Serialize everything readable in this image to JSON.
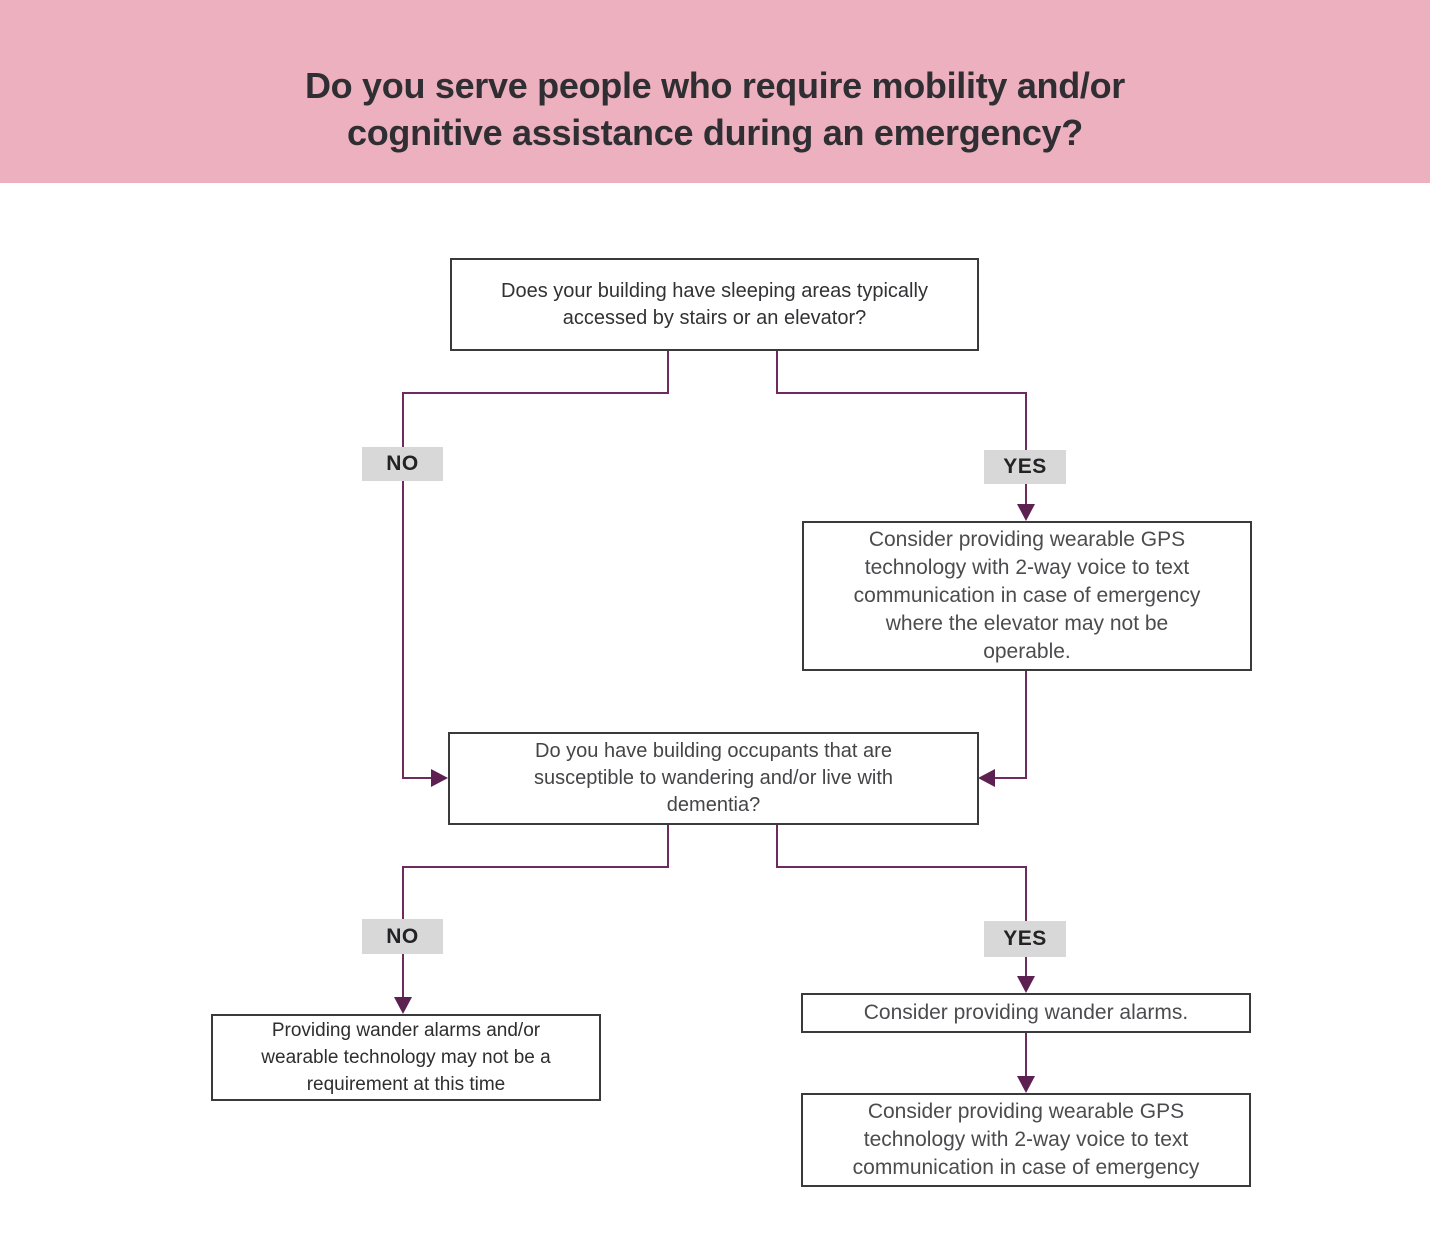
{
  "header": {
    "title": "Do you serve people who require mobility and/or\ncognitive assistance during an emergency?",
    "background_color": "#edb0be",
    "text_color": "#2f2e33"
  },
  "flowchart": {
    "nodes": {
      "q_sleeping_areas": {
        "text": "Does your building have sleeping areas typically\naccessed by stairs or an elevator?"
      },
      "gps_elevator": {
        "text": "Consider providing wearable GPS\ntechnology with 2-way voice to text\ncommunication in case of emergency\nwhere the elevator may not be\noperable."
      },
      "q_wandering": {
        "text": "Do you have building occupants that are\nsusceptible to wandering and/or live with\ndementia?"
      },
      "no_requirement": {
        "text": "Providing wander alarms and/or\nwearable technology may not be a\nrequirement at this time"
      },
      "wander_alarms": {
        "text": "Consider providing wander alarms."
      },
      "gps_emergency": {
        "text": "Consider providing wearable GPS\ntechnology with 2-way voice to text\ncommunication in case of emergency"
      }
    },
    "branch_labels": {
      "q1_no": "NO",
      "q1_yes": "YES",
      "q2_no": "NO",
      "q2_yes": "YES"
    },
    "colors": {
      "connector": "#6f2b5e",
      "arrowhead": "#5c2150",
      "label_background": "#d8d8d8",
      "box_border": "#3a3a3a"
    }
  }
}
